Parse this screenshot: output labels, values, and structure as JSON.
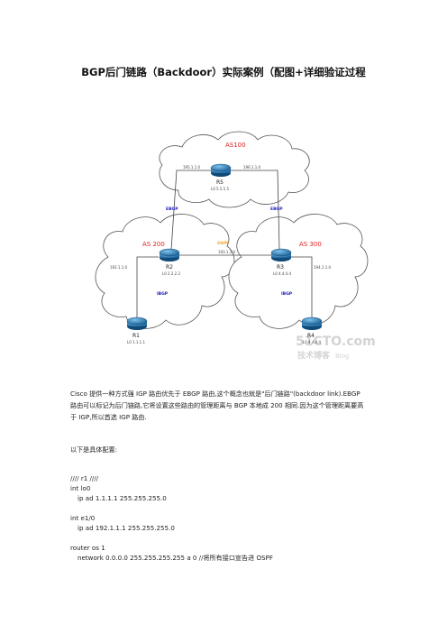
{
  "doc": {
    "title": "BGP后门链路（Backdoor）实际案例（配图+详细验证过程",
    "intro_line1": "Cisco 提供一种方式强 IGP 路由优先于 EBGP 路由,这个概念也就是\"后门链路\"(backdoor link).EBGP",
    "intro_line2": "路由可以标记为后门链路,它将设置这些路由的管理距离与 BGP 本地成 200 相同.因为这个管理距离要高",
    "intro_line3": "于 IGP,所以首选 IGP 路由.",
    "config_heading": "以下是具体配置:",
    "code": [
      "//// r1 ////",
      "int lo0",
      "ip ad 1.1.1.1 255.255.255.0",
      "int e1/0",
      "ip ad 192.1.1.1 255.255.255.0",
      "router os 1",
      "network 0.0.0.0 255.255.255.255 a 0    //将所有接口宣告进 OSPF"
    ]
  },
  "diagram": {
    "as100": "AS100",
    "as200": "AS 200",
    "as300": "AS 300",
    "r5": "R5",
    "r5_lo": "L0 5.5.5.5",
    "r2": "R2",
    "r2_lo": "L0 2.2.2.2",
    "r3": "R3",
    "r3_lo": "L0 4.4.4.4",
    "r1": "R1",
    "r1_lo": "L0 1.1.1.1",
    "r4": "R4",
    "r4_lo": "L0 4.4.4.4",
    "net_r2r5": "195.1.1.0",
    "net_r3r5": "196.1.1.0",
    "net_r2r3": "193.1.1.0",
    "net_r1r2": "192.1.1.0",
    "net_r3r4": "194.1.1.0",
    "ebgp_left": "EBGP",
    "ebgp_right": "EBGP",
    "ospf": "OSPF",
    "ibgp_left": "IBGP",
    "ibgp_right": "IBGP",
    "watermark_main": "51CTO.com",
    "watermark_sub": "技术博客",
    "watermark_blog": "Blog"
  },
  "colors": {
    "as_label": "#e02020",
    "link_label": "#2020c0",
    "ospf_label": "#f0a020",
    "router": "#1e6fa8"
  }
}
